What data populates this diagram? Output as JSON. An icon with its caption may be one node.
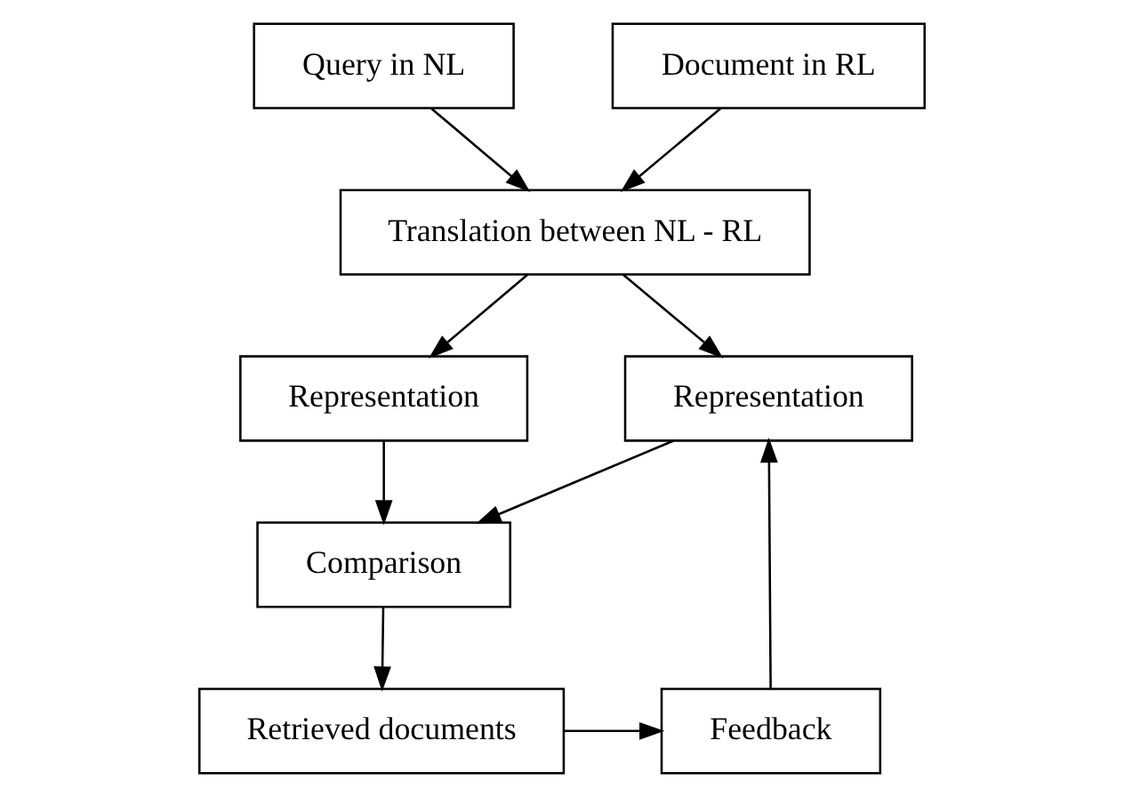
{
  "diagram": {
    "nodes": [
      {
        "text": [
          "Query in NL"
        ]
      },
      {
        "text": [
          "Document in RL"
        ]
      },
      {
        "text": [
          "Translation between NL - RL"
        ]
      },
      {
        "text": [
          "Representation"
        ]
      },
      {
        "text": [
          "Representation"
        ]
      },
      {
        "text": [
          "Comparison"
        ]
      },
      {
        "text": [
          "Retrieved documents"
        ]
      },
      {
        "text": [
          "Feedback"
        ]
      }
    ],
    "edges": [
      {
        "from": 0,
        "to": 2,
        "arrow": "to"
      },
      {
        "from": 1,
        "to": 2,
        "arrow": "to"
      },
      {
        "from": 2,
        "to": 3,
        "arrow": "to"
      },
      {
        "from": 2,
        "to": 4,
        "arrow": "to"
      },
      {
        "from": 3,
        "to": 5,
        "arrow": "to"
      },
      {
        "from": 4,
        "to": 5,
        "arrow": "to"
      },
      {
        "from": 5,
        "to": 6,
        "arrow": "to"
      },
      {
        "from": 6,
        "to": 7,
        "arrow": "to"
      },
      {
        "from": 7,
        "to": 3,
        "arrow": "to"
      }
    ]
  }
}
